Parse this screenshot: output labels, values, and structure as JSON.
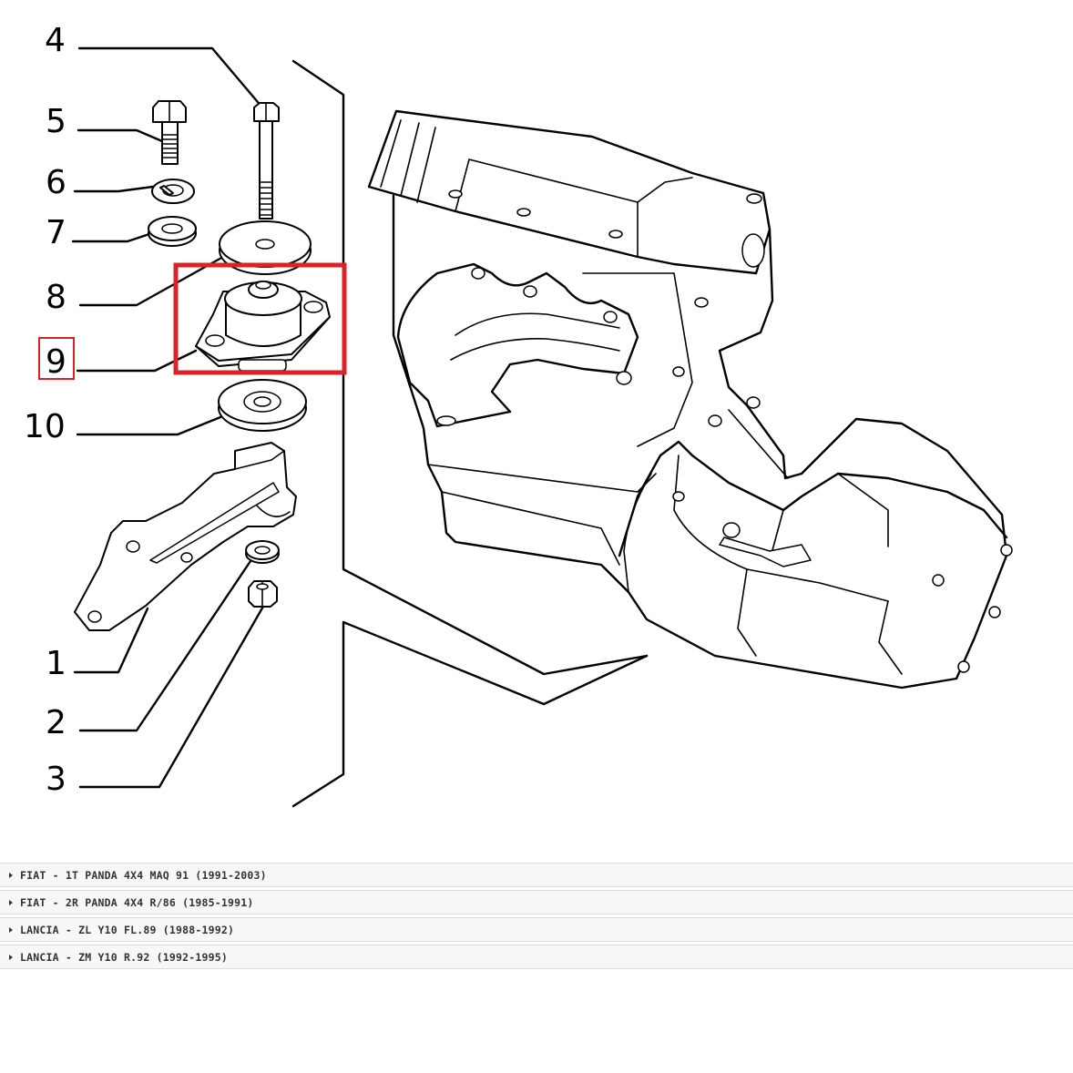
{
  "diagram": {
    "callouts": [
      {
        "id": "1",
        "label": "1"
      },
      {
        "id": "2",
        "label": "2"
      },
      {
        "id": "3",
        "label": "3"
      },
      {
        "id": "4",
        "label": "4"
      },
      {
        "id": "5",
        "label": "5"
      },
      {
        "id": "6",
        "label": "6"
      },
      {
        "id": "7",
        "label": "7"
      },
      {
        "id": "8",
        "label": "8"
      },
      {
        "id": "9",
        "label": "9"
      },
      {
        "id": "10",
        "label": "10"
      }
    ],
    "highlighted_part": "9",
    "highlight_color": "#d9232a"
  },
  "models": [
    {
      "label": "FIAT - 1T PANDA 4X4 MAQ 91 (1991-2003)"
    },
    {
      "label": "FIAT - 2R PANDA 4X4 R/86 (1985-1991)"
    },
    {
      "label": "LANCIA - ZL Y10 FL.89 (1988-1992)"
    },
    {
      "label": "LANCIA - ZM Y10 R.92 (1992-1995)"
    }
  ]
}
